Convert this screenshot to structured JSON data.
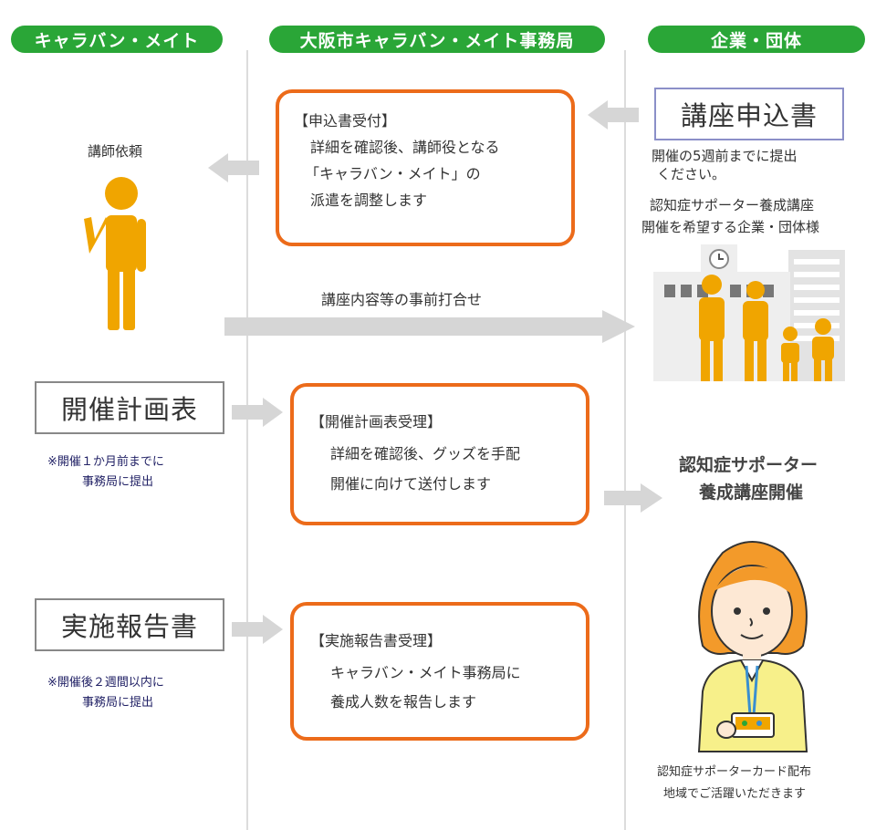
{
  "headers": {
    "caravan_mate": "キャラバン・メイト",
    "office": "大阪市キャラバン・メイト事務局",
    "company": "企業・団体"
  },
  "step1": {
    "application_doc": "講座申込書",
    "application_note": [
      "開催の5週前までに提出",
      "ください。"
    ],
    "company_desc": [
      "認知症サポーター養成講座",
      "開催を希望する企業・団体様"
    ],
    "box_title": "【申込書受付】",
    "box_lines": [
      "詳細を確認後、講師役となる",
      "「キャラバン・メイト」の",
      "派遣を調整します"
    ],
    "lecturer_request": "講師依頼"
  },
  "prep_meeting": "講座内容等の事前打合せ",
  "step2": {
    "plan_doc": "開催計画表",
    "plan_note": [
      "※開催１か月前までに",
      "事務局に提出"
    ],
    "box_title": "【開催計画表受理】",
    "box_lines": [
      "詳細を確認後、グッズを手配",
      "開催に向けて送付します"
    ],
    "course_held": [
      "認知症サポーター",
      "養成講座開催"
    ]
  },
  "step3": {
    "report_doc": "実施報告書",
    "report_note": [
      "※開催後２週間以内に",
      "事務局に提出"
    ],
    "box_title": "【実施報告書受理】",
    "box_lines": [
      "キャラバン・メイト事務局に",
      "養成人数を報告します"
    ],
    "card_note": [
      "認知症サポーターカード配布",
      "地域でご活躍いただきます"
    ]
  },
  "colors": {
    "header_green": "#2aa637",
    "box_orange": "#ec6b1a",
    "person_yellow": "#f0a500",
    "arrow_gray": "#d6d6d6",
    "doc_border_blue": "#8b8fc8"
  }
}
